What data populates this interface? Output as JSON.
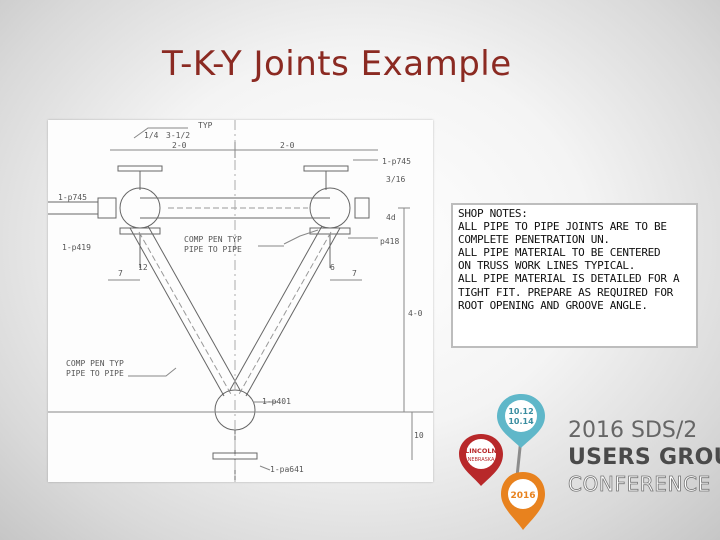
{
  "slide": {
    "title": "T-K-Y Joints Example"
  },
  "drawing": {
    "labels": {
      "typ": "TYP",
      "weld_small": "1/4",
      "dim_top_left": "3-1/2",
      "dim_span_left": "2-0",
      "dim_span_right": "2-0",
      "pipe_tl": "1-p745",
      "pipe_tr": "1-p745",
      "pipe_l419": "1-p419",
      "pipe_r418": "p418",
      "dim_r_small": "3/16",
      "dim_r_side": "4d",
      "comp_pen_mid_1": "COMP PEN TYP",
      "comp_pen_mid_2": "PIPE TO PIPE",
      "comp_pen_low_1": "COMP PEN TYP",
      "comp_pen_low_2": "PIPE TO PIPE",
      "pipe_bottom": "1-p401",
      "base_plate": "1-pa641",
      "dim_height": "4-0",
      "dim_base": "10",
      "dim_seven_l": "7",
      "dim_seven_r": "7",
      "brace_l": "12",
      "brace_r": "6"
    }
  },
  "notes": {
    "lines": [
      "SHOP NOTES:",
      "ALL PIPE TO PIPE JOINTS ARE TO BE",
      "COMPLETE PENETRATION UN.",
      "ALL PIPE MATERIAL TO BE CENTERED",
      "ON TRUSS WORK LINES TYPICAL.",
      "ALL PIPE MATERIAL IS DETAILED FOR A",
      "TIGHT FIT. PREPARE AS REQUIRED FOR",
      "ROOT OPENING AND GROOVE ANGLE."
    ]
  },
  "conference": {
    "badge_dates_1": "10.12",
    "badge_dates_2": "10.14",
    "badge_city_1": "LINCOLN",
    "badge_city_2": "NEBRASKA",
    "badge_year": "2016",
    "line1": "2016 SDS/2",
    "line2": "USERS GROUP",
    "line3": "CONFERENCE",
    "colors": {
      "teal": "#5fb7c9",
      "red": "#b8282a",
      "orange": "#e8821e",
      "gray": "#8c8c8c"
    }
  }
}
